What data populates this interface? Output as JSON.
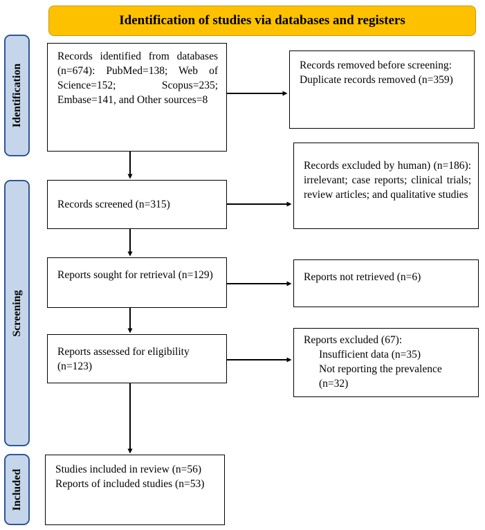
{
  "header": {
    "title": "Identification of studies via databases and registers"
  },
  "stages": {
    "identification": "Identification",
    "screening": "Screening",
    "included": "Included"
  },
  "boxes": {
    "records_identified": "Records identified from databases (n=674): PubMed=138; Web of Science=152; Scopus=235; Embase=141, and Other sources=8",
    "records_removed": {
      "line1": "Records removed before screening:",
      "line2": "Duplicate records removed (n=359)"
    },
    "records_screened": "Records screened (n=315)",
    "records_excluded": "Records excluded by human) (n=186): irrelevant; case reports; clinical trials; review articles; and qualitative studies",
    "reports_sought": "Reports sought for retrieval (n=129)",
    "reports_not_retrieved": "Reports not retrieved (n=6)",
    "reports_assessed": "Reports assessed for eligibility (n=123)",
    "reports_excluded": {
      "title": "Reports excluded (67):",
      "item1": "Insufficient data (n=35)",
      "item2": "Not reporting the prevalence (n=32)"
    },
    "studies_included": {
      "line1": "Studies included in review (n=56)",
      "line2": "Reports of included studies (n=53)"
    }
  }
}
